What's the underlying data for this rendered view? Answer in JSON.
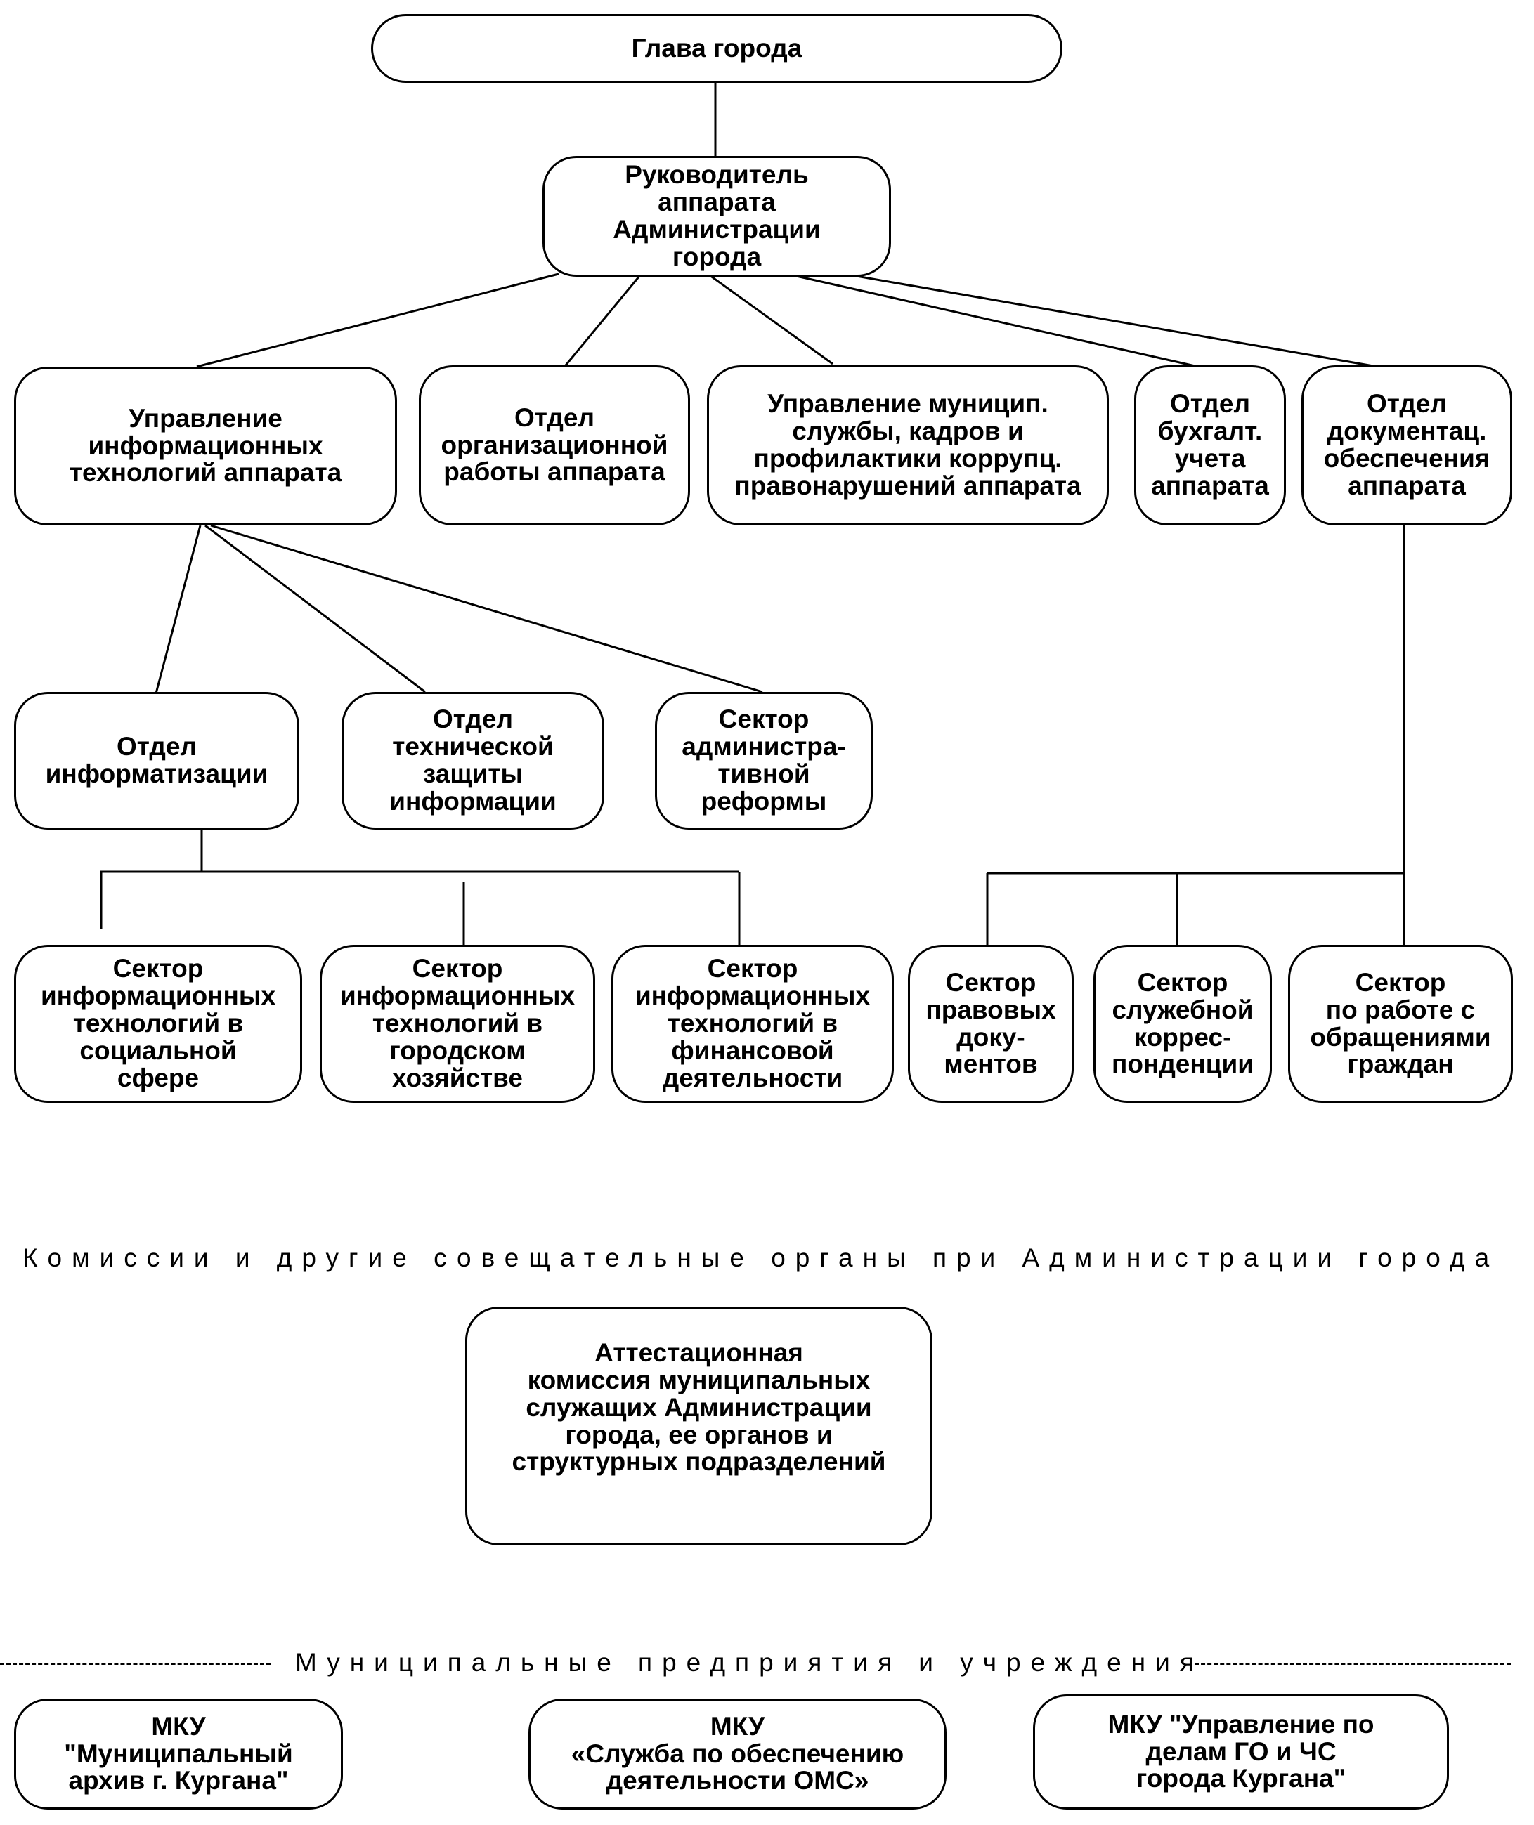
{
  "nodes": {
    "head": "Глава города",
    "chief_of_staff": "Руководитель\nаппарата\nАдминистрации\nгорода",
    "it_department": "Управление\nинформационных\nтехнологий аппарата",
    "org_work": "Отдел\nорганизационной\nработы аппарата",
    "civil_service": "Управление муницип.\nслужбы, кадров и\nпрофилактики коррупц.\nправонарушений аппарата",
    "accounting": "Отдел\nбухгалт.\nучета\nаппарата",
    "documentation": "Отдел\nдокументац.\nобеспечения\nаппарата",
    "informatization": "Отдел\nинформатизации",
    "tech_protection": "Отдел\nтехнической\nзащиты\nинформации",
    "admin_reform": "Сектор\nадминистра-\nтивной\nреформы",
    "it_social": "Сектор\nинформационных\nтехнологий в\nсоциальной\nсфере",
    "it_urban": "Сектор\nинформационных\nтехнологий в\nгородском\nхозяйстве",
    "it_finance": "Сектор\nинформационных\nтехнологий в\nфинансовой\nдеятельности",
    "legal_docs": "Сектор\nправовых\nдоку-\nментов",
    "correspondence": "Сектор\nслужебной\nкоррес-\nпонденции",
    "citizens": "Сектор\nпо работе с\nобращениями\nграждан",
    "attestation": "Аттестационная\nкомиссия муниципальных\nслужащих Администрации\nгорода, ее органов и\nструктурных подразделений",
    "archive": "МКУ\n\"Муниципальный\nархив г. Кургана\"",
    "oms_service": "МКУ\n«Служба по обеспечению\nдеятельности ОМС»",
    "go_chs": "МКУ \"Управление по\nделам ГО и ЧС\nгорода Кургана\""
  },
  "sections": {
    "commissions": "Комиссии и другие совещательные органы при Администрации города",
    "enterprises": "Муниципальные предприятия и учреждения"
  }
}
